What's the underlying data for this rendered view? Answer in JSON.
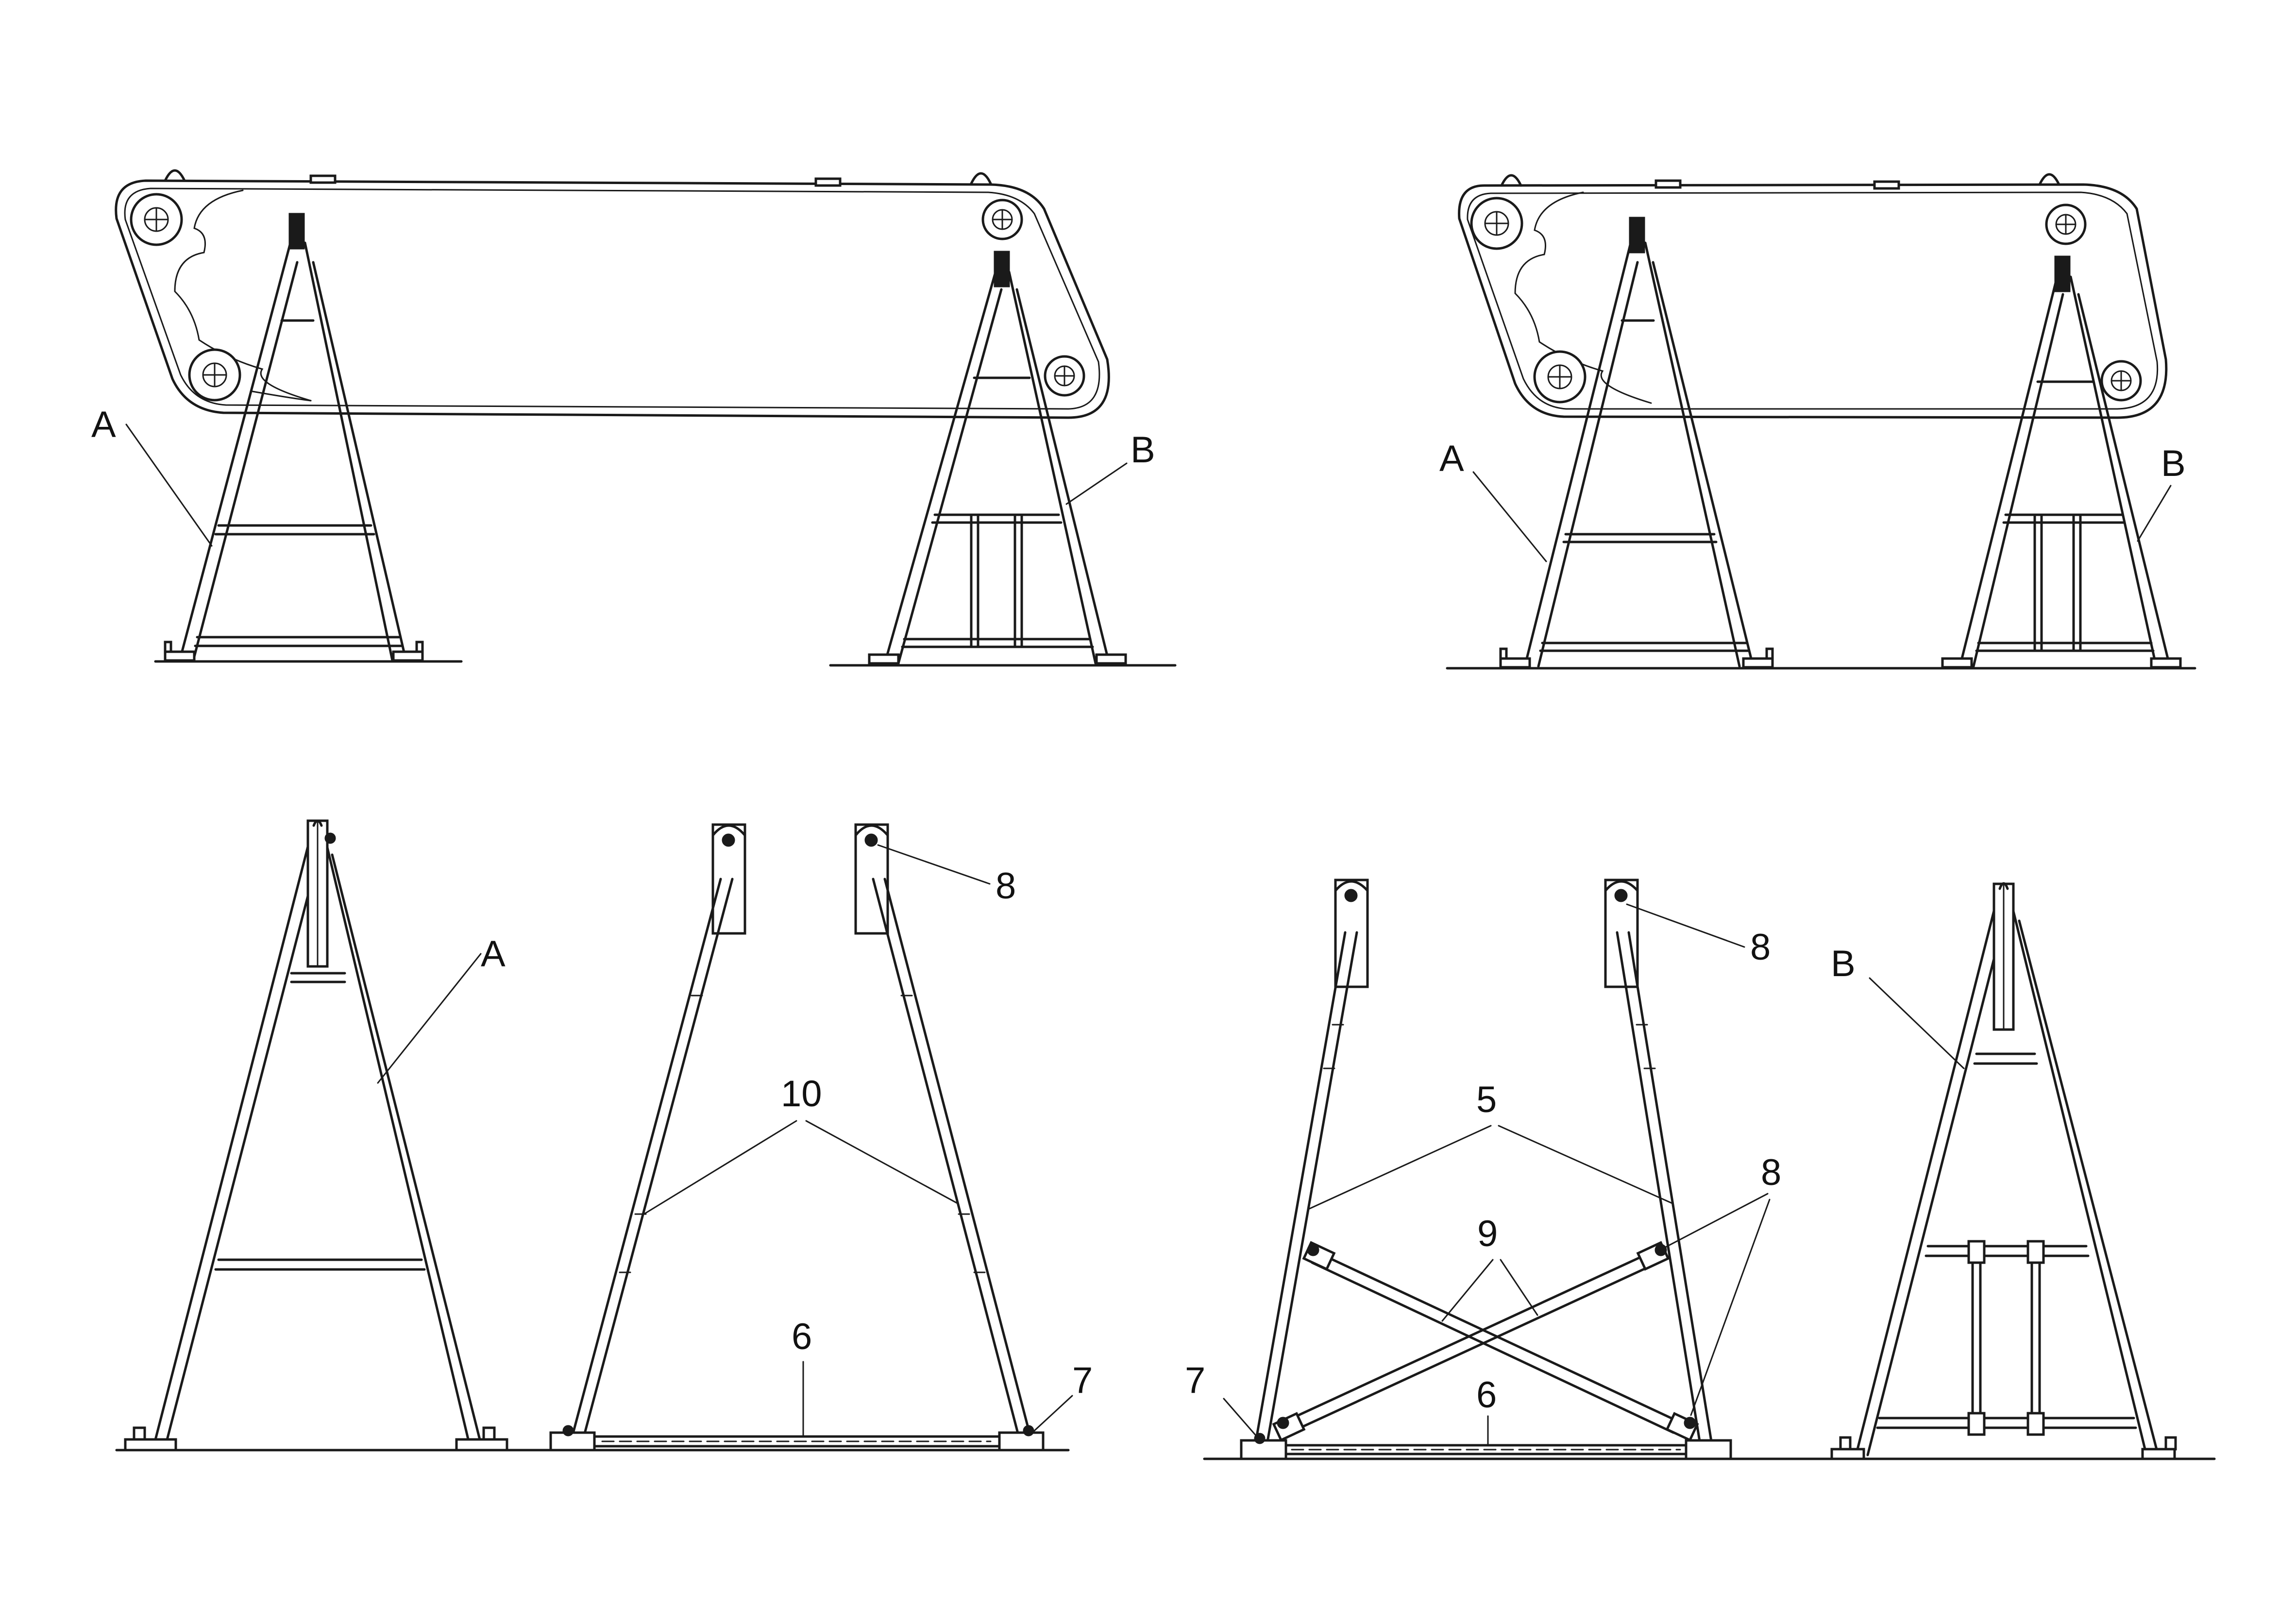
{
  "labels": {
    "a": "A",
    "b": "B",
    "n5": "5",
    "n6": "6",
    "n7": "7",
    "n8": "8",
    "n9": "9",
    "n10": "10"
  },
  "colors": {
    "ink": "#1a1a1a",
    "paper": "#ffffff"
  }
}
